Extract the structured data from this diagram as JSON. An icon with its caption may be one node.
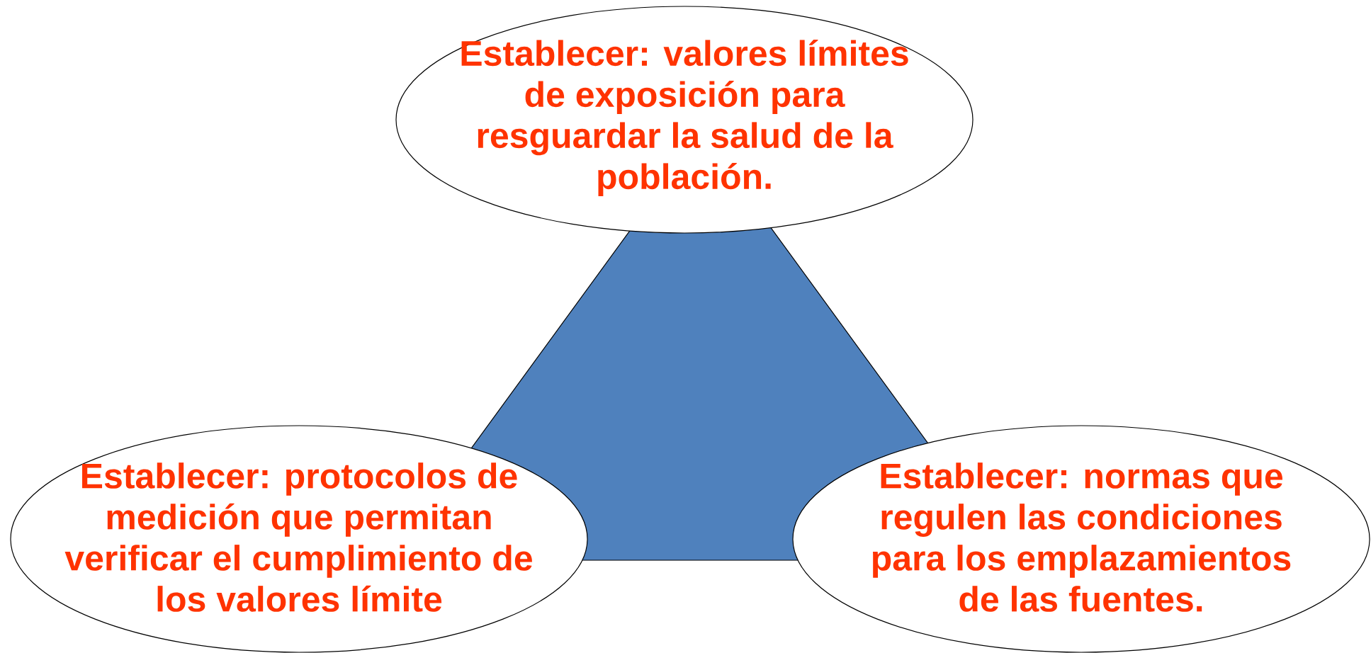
{
  "diagram": {
    "nodes": [
      {
        "text": [
          "Establecer: valores límites de exposición para resguardar la salud de la población."
        ]
      },
      {
        "text": [
          "Establecer: protocolos de medición que permitan verificar el cumplimiento de los valores límite"
        ]
      },
      {
        "text": [
          "Establecer: normas que regulen las condiciones para los emplazamientos de las fuentes."
        ]
      }
    ]
  }
}
